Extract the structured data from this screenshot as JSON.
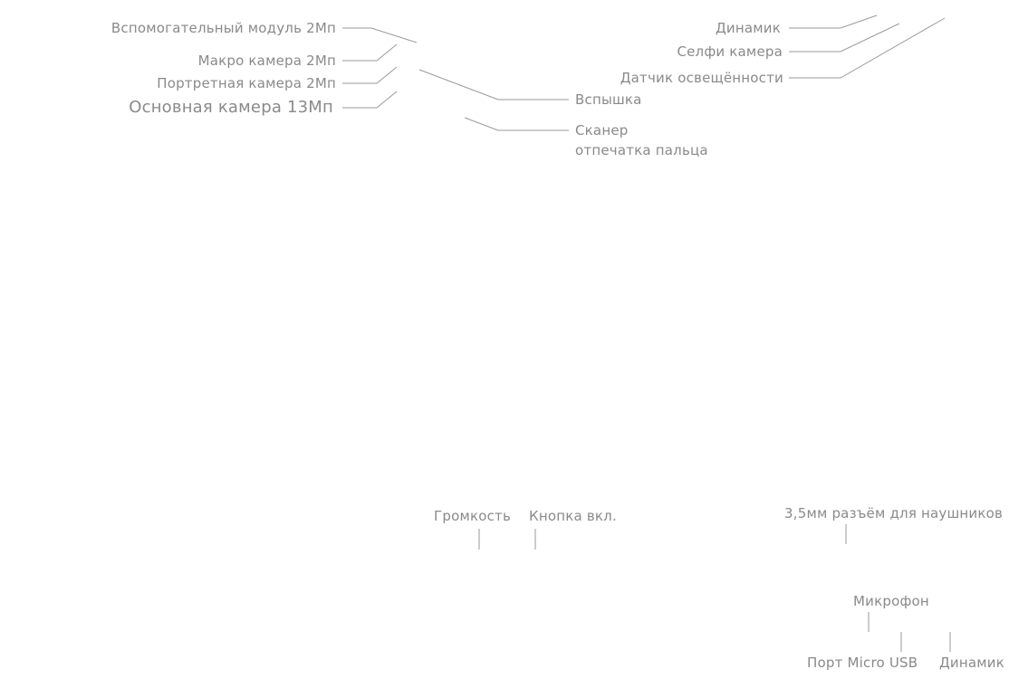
{
  "back_labels": {
    "aux_module": "Вспомогательный модуль 2Мп",
    "macro": "Макро камера 2Мп",
    "portrait": "Портретная камера 2Мп",
    "main": "Основная камера 13Мп",
    "flash": "Вспышка",
    "scanner_line1": "Сканер",
    "scanner_line2": "отпечатка пальца"
  },
  "front_labels": {
    "speaker": "Динамик",
    "selfie": "Селфи камера",
    "light_sensor": "Датчик освещённости"
  },
  "side_labels": {
    "volume": "Громкость",
    "power": "Кнопка вкл."
  },
  "top_labels": {
    "headphone_jack": "3,5мм разъём для наушников"
  },
  "bottom_labels": {
    "microphone": "Микрофон",
    "usb_port": "Порт Micro USB",
    "speaker": "Динамик"
  },
  "colors": {
    "text": "#8a8a8a",
    "leader_line": "#9a9a9a",
    "background": "#ffffff"
  }
}
